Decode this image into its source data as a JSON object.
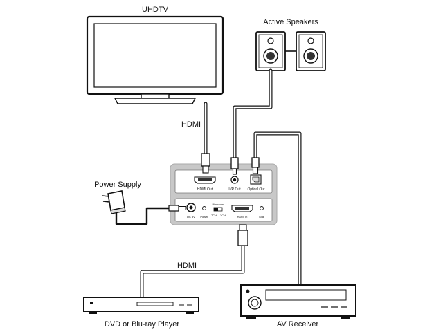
{
  "labels": {
    "tv": "UHDTV",
    "speakers": "Active Speakers",
    "hdmi_top": "HDMI",
    "hdmi_bottom": "HDMI",
    "power_supply": "Power Supply",
    "player": "DVD or Blu-ray Player",
    "receiver": "AV Receiver"
  },
  "device_ports": {
    "top_row": [
      "HDMI Out",
      "L/R Out",
      "Optical Out"
    ],
    "bottom_row": {
      "dc": "DC 5V",
      "power": "Power",
      "bitstream": "Bitstream",
      "mode_7ch": "7CH",
      "mode_2ch": "2CH",
      "hdmi_in": "HDMI In",
      "link": "Link"
    }
  },
  "colors": {
    "line": "#111111",
    "device_frame": "#c8c8c8",
    "panel": "#ffffff",
    "cable_fill": "#ffffff"
  },
  "icons": [
    "tv-icon",
    "speaker-icon",
    "power-adapter-icon",
    "dvd-player-icon",
    "av-receiver-icon"
  ]
}
